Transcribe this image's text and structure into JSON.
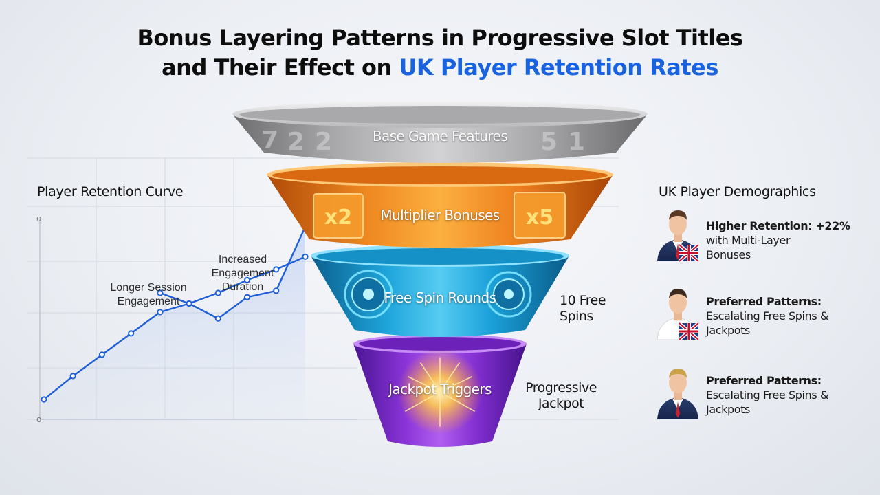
{
  "title": {
    "line1": "Bonus Layering Patterns in Progressive Slot Titles",
    "line2_prefix": "and Their Effect on ",
    "line2_accent": "UK Player Retention Rates"
  },
  "colors": {
    "accent_blue": "#1a63e0",
    "tier_base": "#9a9a9a",
    "tier_multiplier": "#e8741a",
    "tier_free_spin": "#1ba6d8",
    "tier_jackpot": "#8a2fd6",
    "curve_line": "#1f5fd6"
  },
  "funnel": {
    "tiers": [
      {
        "label": "Base Game Features",
        "decor": [
          "7",
          "2",
          "2",
          "5",
          "1"
        ]
      },
      {
        "label": "Multiplier Bonuses",
        "decor": [
          "x2",
          "x5"
        ]
      },
      {
        "label": "Free Spin Rounds"
      },
      {
        "label": "Jackpot Triggers"
      }
    ],
    "callouts": {
      "free_spins": [
        "10 Free",
        "Spins"
      ],
      "jackpot": [
        "Progressive",
        "Jackpot"
      ]
    }
  },
  "retention": {
    "heading": "Player Retention Curve",
    "note_session": [
      "Longer Session",
      "Engagement"
    ],
    "note_duration": [
      "Increased",
      "Engagement",
      "Duration"
    ],
    "axis_marks": [
      "o",
      "o"
    ]
  },
  "chart_data": {
    "type": "line",
    "title": "Player Retention Curve",
    "xlabel": "",
    "ylabel": "",
    "series": [
      {
        "x": [
          0,
          1,
          2,
          3,
          4,
          5,
          6,
          7,
          8,
          9
        ],
        "values": [
          10,
          21,
          31,
          41,
          51,
          55,
          48,
          58,
          61,
          91
        ]
      },
      {
        "x": [
          4,
          5,
          6,
          7,
          8,
          9
        ],
        "values": [
          60,
          55,
          60,
          66,
          71,
          77
        ]
      }
    ],
    "ylim": [
      0,
      100
    ],
    "grid": true
  },
  "demographics": {
    "heading": "UK Player Demographics",
    "items": [
      {
        "title": "Higher Retention: +22%",
        "lines": [
          "with Multi-Layer",
          "Bonuses"
        ]
      },
      {
        "title": "Preferred Patterns:",
        "lines": [
          "Escalating Free Spins &",
          "Jackpots"
        ]
      },
      {
        "title": "Preferred Patterns:",
        "lines": [
          "Escalating Free Spins &",
          "Jackpots"
        ]
      }
    ]
  }
}
